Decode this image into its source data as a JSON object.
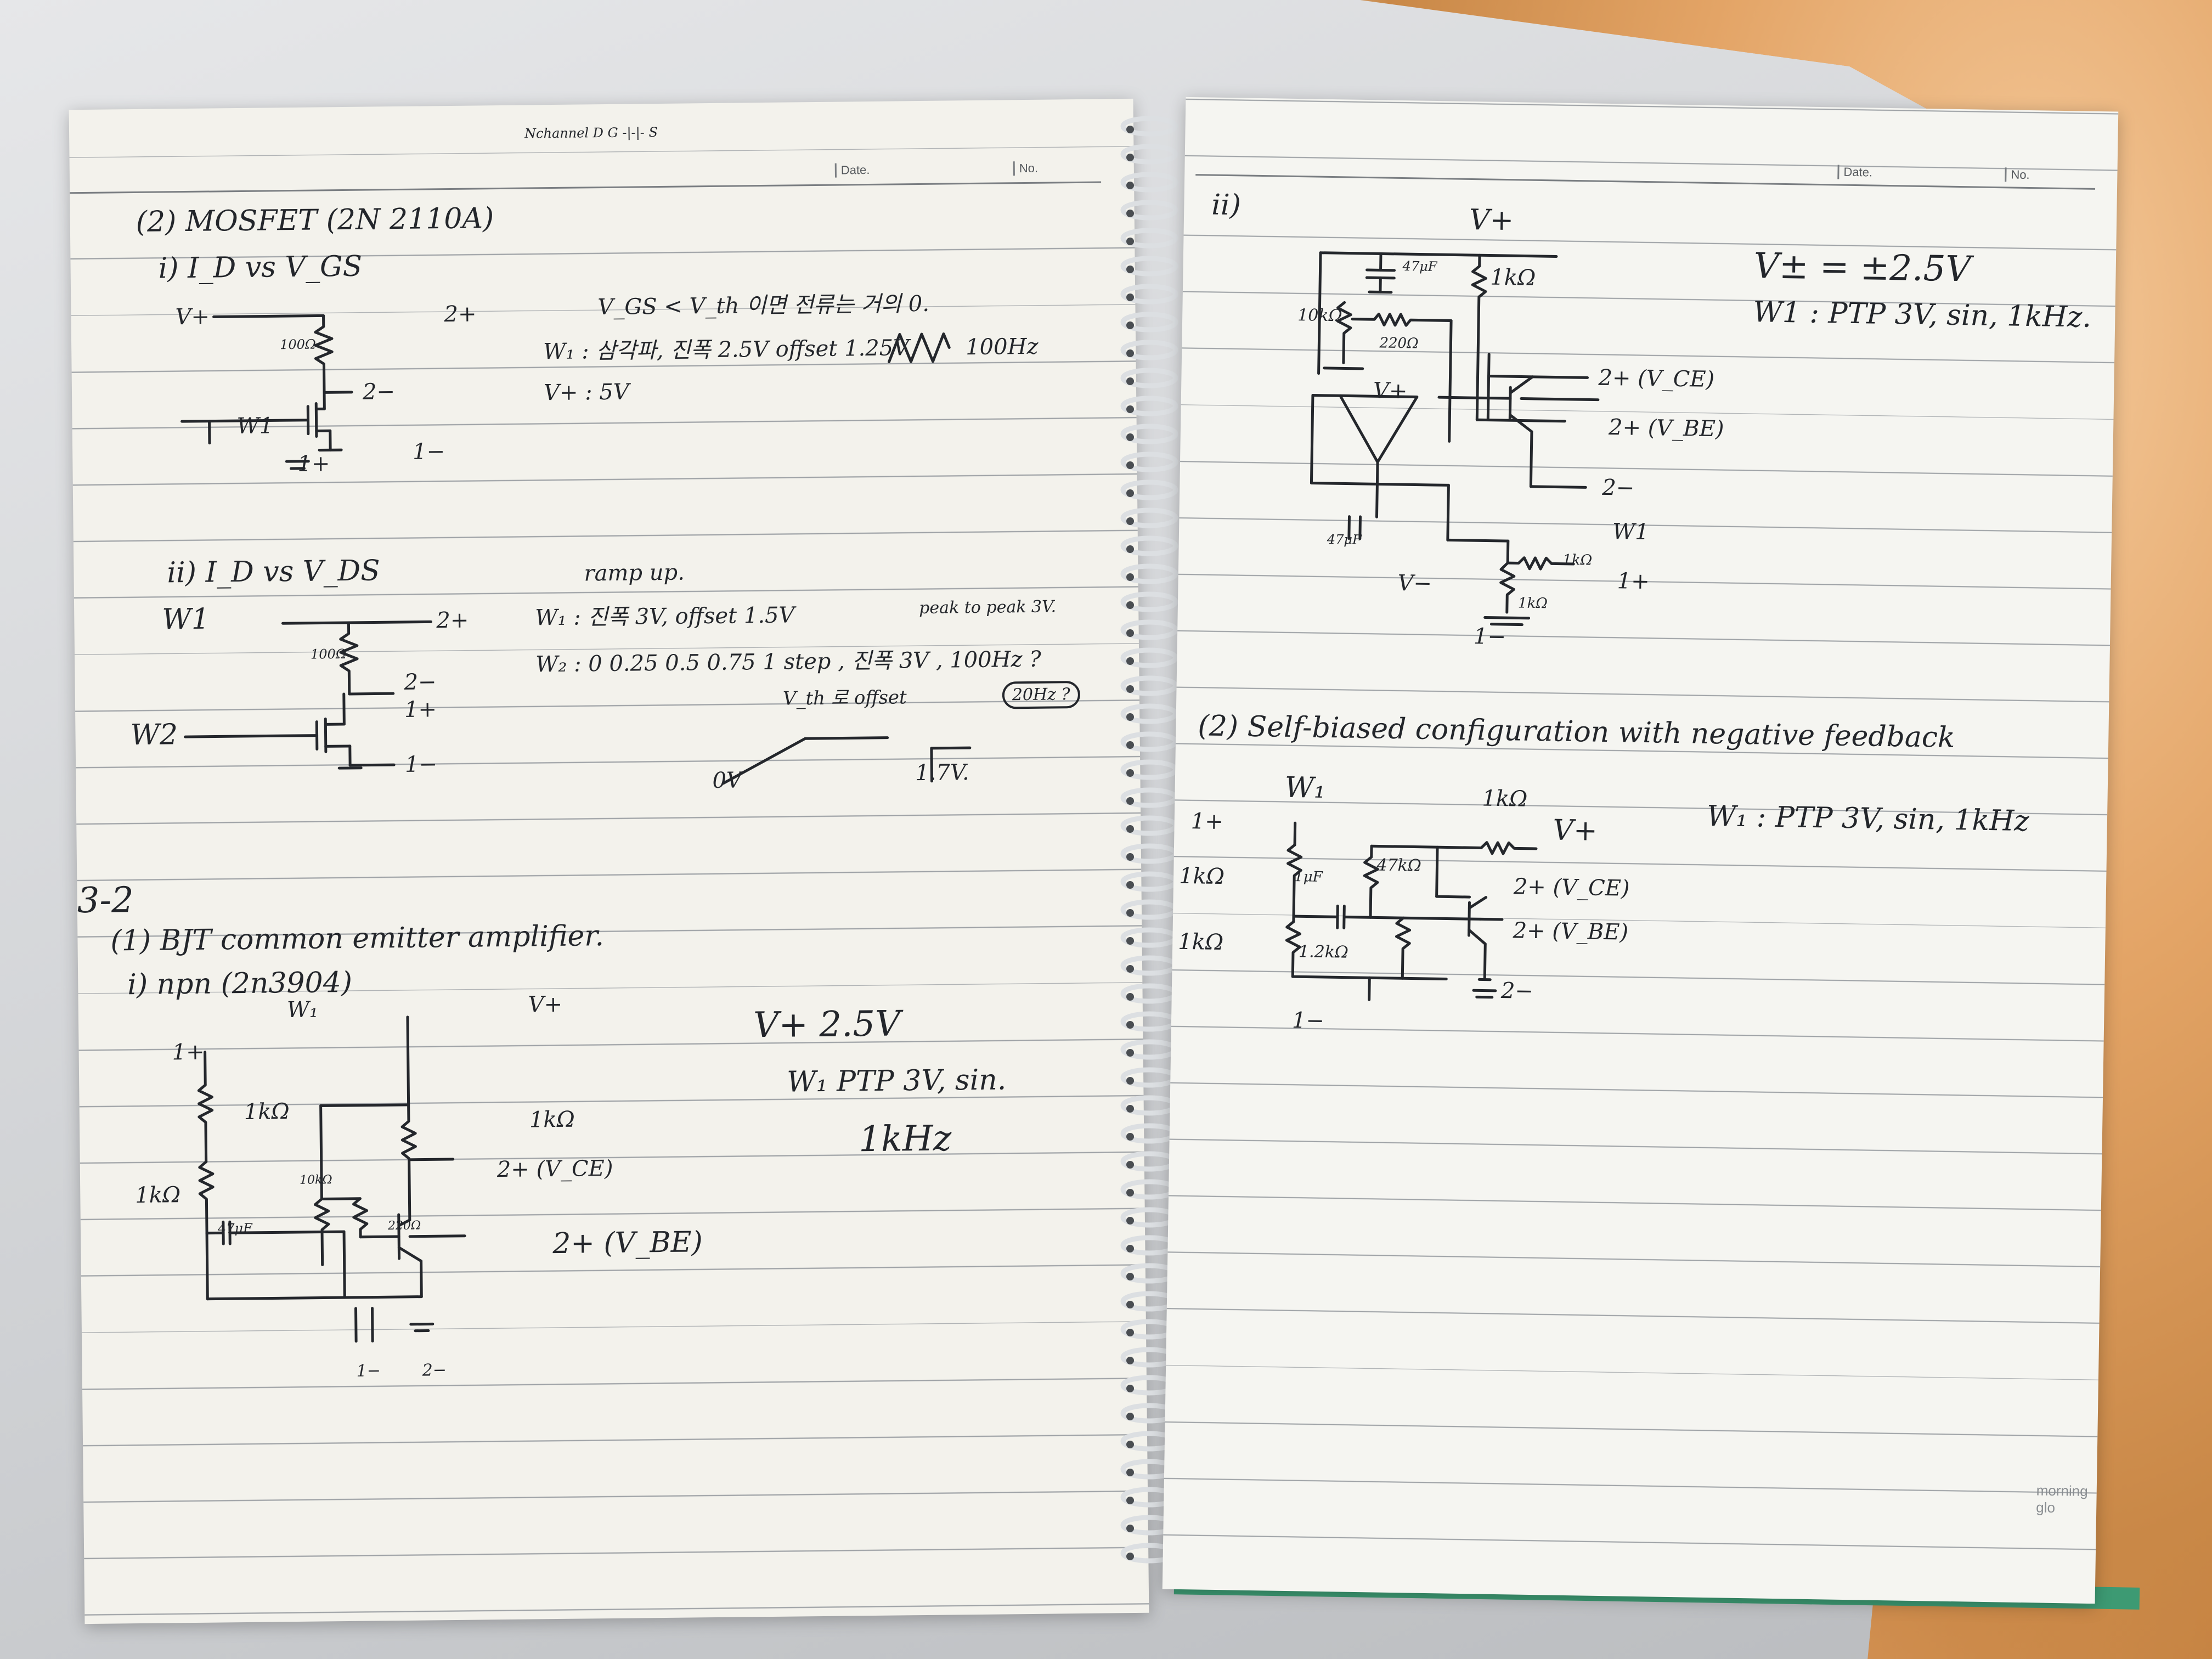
{
  "notebook": {
    "left_page": {
      "header": {
        "date_label": "Date.",
        "no_label": "No."
      },
      "margin_note": "Nchannel D G -|-|- S",
      "section_mosfet": {
        "title": "(2) MOSFET (2N 2110A)",
        "part_i": {
          "title": "i) I_D vs V_GS",
          "circuit_labels": {
            "vplus": "V+",
            "resistor": "100Ω",
            "probe_2plus": "2+",
            "probe_2minus": "2−",
            "w1": "W1",
            "probe_1plus": "1+",
            "probe_1minus": "1−"
          },
          "note_1": "V_GS < V_th 이면 전류는 거의 0.",
          "note_2": "W₁ : 삼각파, 진폭 2.5V offset 1.25V",
          "note_2_freq": "100Hz",
          "note_3": "V+ : 5V"
        },
        "part_ii": {
          "title": "ii) I_D vs V_DS",
          "circuit_labels": {
            "w1": "W1",
            "resistor": "100Ω",
            "probe_2plus": "2+",
            "probe_2minus": "2−",
            "probe_1plus": "1+",
            "w2": "W2",
            "probe_1minus": "1−"
          },
          "note_ramp": "ramp up.",
          "note_w1": "W₁ : 진폭 3V, offset 1.5V",
          "note_peak": "peak to peak 3V.",
          "note_w2": "W₂ : 0  0.25  0.5  0.75  1 step , 진폭 3V , 100Hz ?",
          "note_vth": "V_th 로 offset",
          "note_20hz": "20Hz ?",
          "note_0v": "0V",
          "note_17v": "1.7V."
        }
      },
      "section_bjt": {
        "heading": "3-2",
        "title": "(1) BJT common emitter amplifier.",
        "part_i": {
          "title": "i) npn (2n3904)",
          "circuit_labels": {
            "w1": "W₁",
            "vplus": "V+",
            "probe_1plus": "1+",
            "r_1k_a": "1kΩ",
            "r_1k_b": "1kΩ",
            "r_1k_c": "1kΩ",
            "r_10k": "10kΩ",
            "r_220": "220Ω",
            "cap": "47μF",
            "probe_vce": "2+ (V_CE)",
            "probe_vbe": "2+ (V_BE)",
            "probe_1minus": "1−",
            "probe_2minus": "2−"
          },
          "note_vplus": "V+ 2.5V",
          "note_w1": "W₁  PTP 3V, sin.",
          "note_freq": "1kHz"
        }
      }
    },
    "right_page": {
      "header": {
        "date_label": "Date.",
        "no_label": "No."
      },
      "part_ii": {
        "title": "ii)",
        "circuit_labels": {
          "vplus_top": "V+",
          "cap_top": "47μF",
          "r_top": "1kΩ",
          "r_10k": "10kΩ",
          "r_220": "220Ω",
          "opamp_vplus": "V+",
          "opamp_vminus": "V−",
          "cap_bottom": "47μF",
          "probe_vce": "2+ (V_CE)",
          "probe_vbe": "2+ (V_BE)",
          "probe_2minus": "2−",
          "r_w1": "1kΩ",
          "w1": "W1",
          "probe_1plus": "1+",
          "r_bottom": "1kΩ",
          "probe_1minus": "1−"
        },
        "note_vpm": "V± = ±2.5V",
        "note_w1": "W1 : PTP 3V, sin, 1kHz."
      },
      "section_2": {
        "title": "(2) Self-biased configuration with negative feedback",
        "circuit_labels": {
          "w1": "W₁",
          "probe_1plus": "1+",
          "r_1k_top": "1kΩ",
          "vplus": "V+",
          "r_1k_a": "1kΩ",
          "cap": "1μF",
          "r_47k": "47kΩ",
          "probe_vce": "2+ (V_CE)",
          "probe_vbe": "2+ (V_BE)",
          "r_1k_b": "1kΩ",
          "r_12k": "1.2kΩ",
          "probe_2minus": "2−",
          "probe_1minus": "1−"
        },
        "note_w1": "W₁ : PTP 3V, sin, 1kHz"
      },
      "brand": "morning glo"
    }
  }
}
